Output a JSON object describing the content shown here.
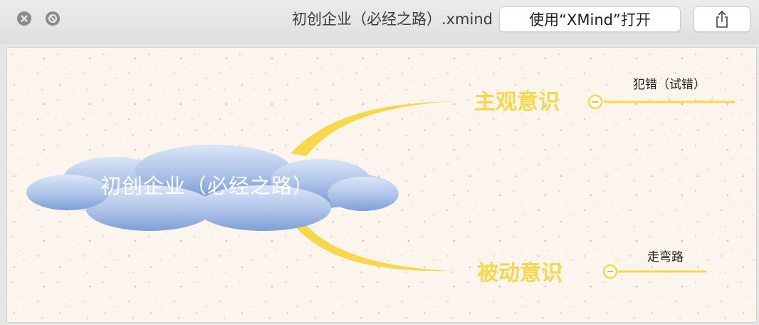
{
  "window": {
    "title": "初创企业（必经之路）.xmind",
    "open_button_label": "使用“XMind”打开"
  },
  "icons": {
    "close": "close-icon",
    "minimize": "minimize-icon",
    "share": "share-icon",
    "collapse": "collapse-toggle-icon"
  },
  "colors": {
    "branch": "#f6d84a",
    "cloud_top": "#d7e3f6",
    "cloud_bottom": "#7f9fd6",
    "canvas_bg": "#fcf5ee"
  },
  "mindmap": {
    "central_topic": "初创企业（必经之路）",
    "main_topics": [
      {
        "label": "主观意识",
        "subtopics": [
          "犯错（试错）"
        ]
      },
      {
        "label": "被动意识",
        "subtopics": [
          "走弯路"
        ]
      }
    ]
  }
}
